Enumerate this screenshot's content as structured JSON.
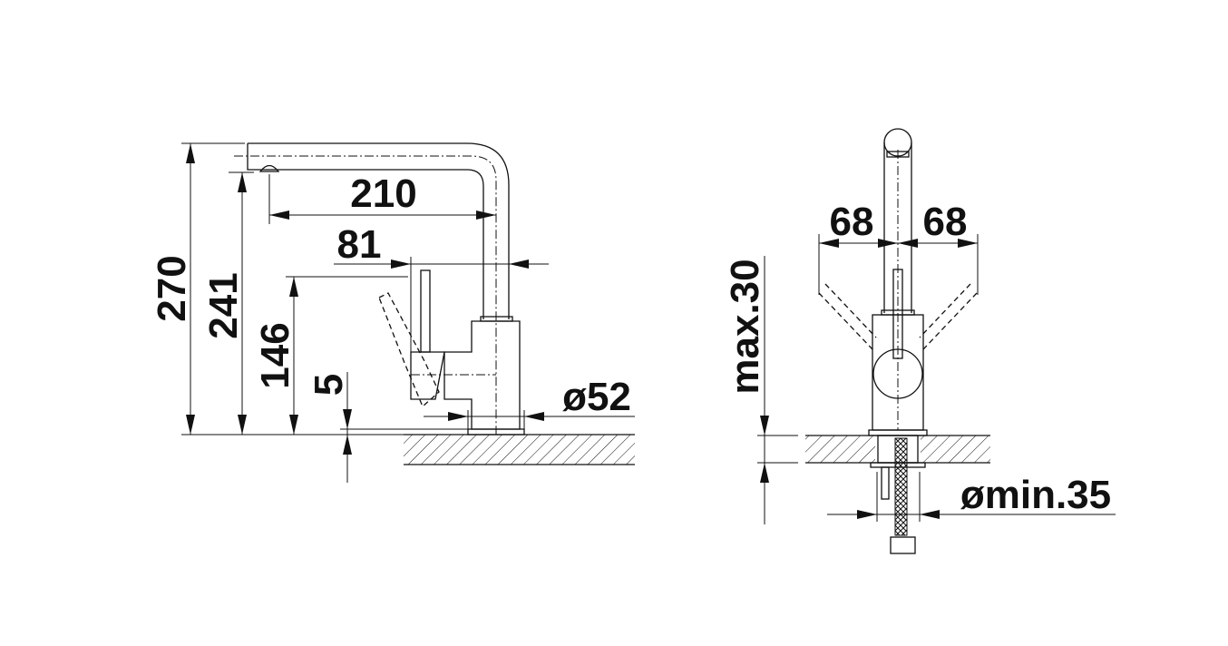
{
  "side_view": {
    "dim_total_height": "270",
    "dim_spout_height": "241",
    "dim_reach": "210",
    "dim_lever_offset": "81",
    "dim_lever_height": "146",
    "dim_base_plate": "5",
    "dim_base_diameter": "ø52"
  },
  "front_view": {
    "dim_lever_left": "68",
    "dim_lever_right": "68",
    "dim_countertop_thickness": "max.30",
    "dim_hole_diameter": "ømin.35"
  }
}
